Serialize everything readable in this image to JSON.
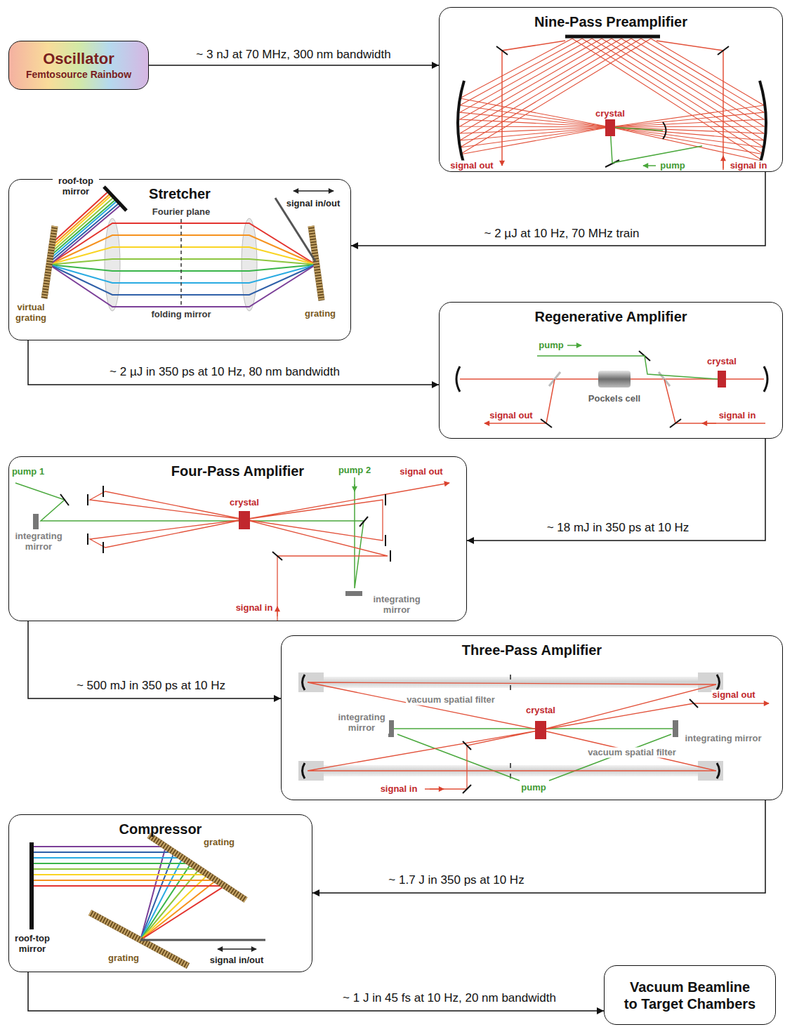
{
  "diagram": {
    "nodes": [
      {
        "text": [
          "Oscillator",
          "Femtosource Rainbow"
        ]
      },
      {
        "text": [
          "Nine-Pass Preamplifier"
        ]
      },
      {
        "text": [
          "Stretcher"
        ]
      },
      {
        "text": [
          "Regenerative Amplifier"
        ]
      },
      {
        "text": [
          "Four-Pass Amplifier"
        ]
      },
      {
        "text": [
          "Three-Pass Amplifier"
        ]
      },
      {
        "text": [
          "Compressor"
        ]
      },
      {
        "text": [
          "Vacuum Beamline to Target Chambers"
        ]
      }
    ],
    "edges": [
      {
        "from": 0,
        "to": 1,
        "label": "~ 3 nJ at 70 MHz, 300 nm bandwidth",
        "arrow": "to"
      },
      {
        "from": 1,
        "to": 2,
        "label": "~ 2 µJ at 10 Hz, 70 MHz train",
        "arrow": "to"
      },
      {
        "from": 2,
        "to": 3,
        "label": "~ 2 µJ in 350 ps at 10 Hz, 80 nm bandwidth",
        "arrow": "to"
      },
      {
        "from": 3,
        "to": 4,
        "label": "~ 18 mJ in 350 ps at 10 Hz",
        "arrow": "to"
      },
      {
        "from": 4,
        "to": 5,
        "label": "~ 500 mJ in 350 ps at 10 Hz",
        "arrow": "to"
      },
      {
        "from": 5,
        "to": 6,
        "label": "~ 1.7 J in 350 ps at 10 Hz",
        "arrow": "to"
      },
      {
        "from": 6,
        "to": 7,
        "label": "~ 1 J in 45 fs at 10 Hz, 20 nm bandwidth",
        "arrow": "to"
      }
    ],
    "labels": [
      "crystal",
      "signal out",
      "pump",
      "signal in",
      "roof-top mirror",
      "Fourier plane",
      "signal in/out",
      "virtual grating",
      "folding mirror",
      "grating",
      "pump",
      "crystal",
      "Pockels cell",
      "signal out",
      "signal in",
      "pump 2",
      "pump 1",
      "crystal",
      "signal out",
      "integrating mirror",
      "integrating mirror",
      "signal in",
      "vacuum spatial filter",
      "crystal",
      "integrating mirror",
      "integrating mirror",
      "signal out",
      "vacuum spatial filter",
      "signal in",
      "pump",
      "grating",
      "roof-top mirror",
      "grating",
      "signal in/out"
    ]
  }
}
